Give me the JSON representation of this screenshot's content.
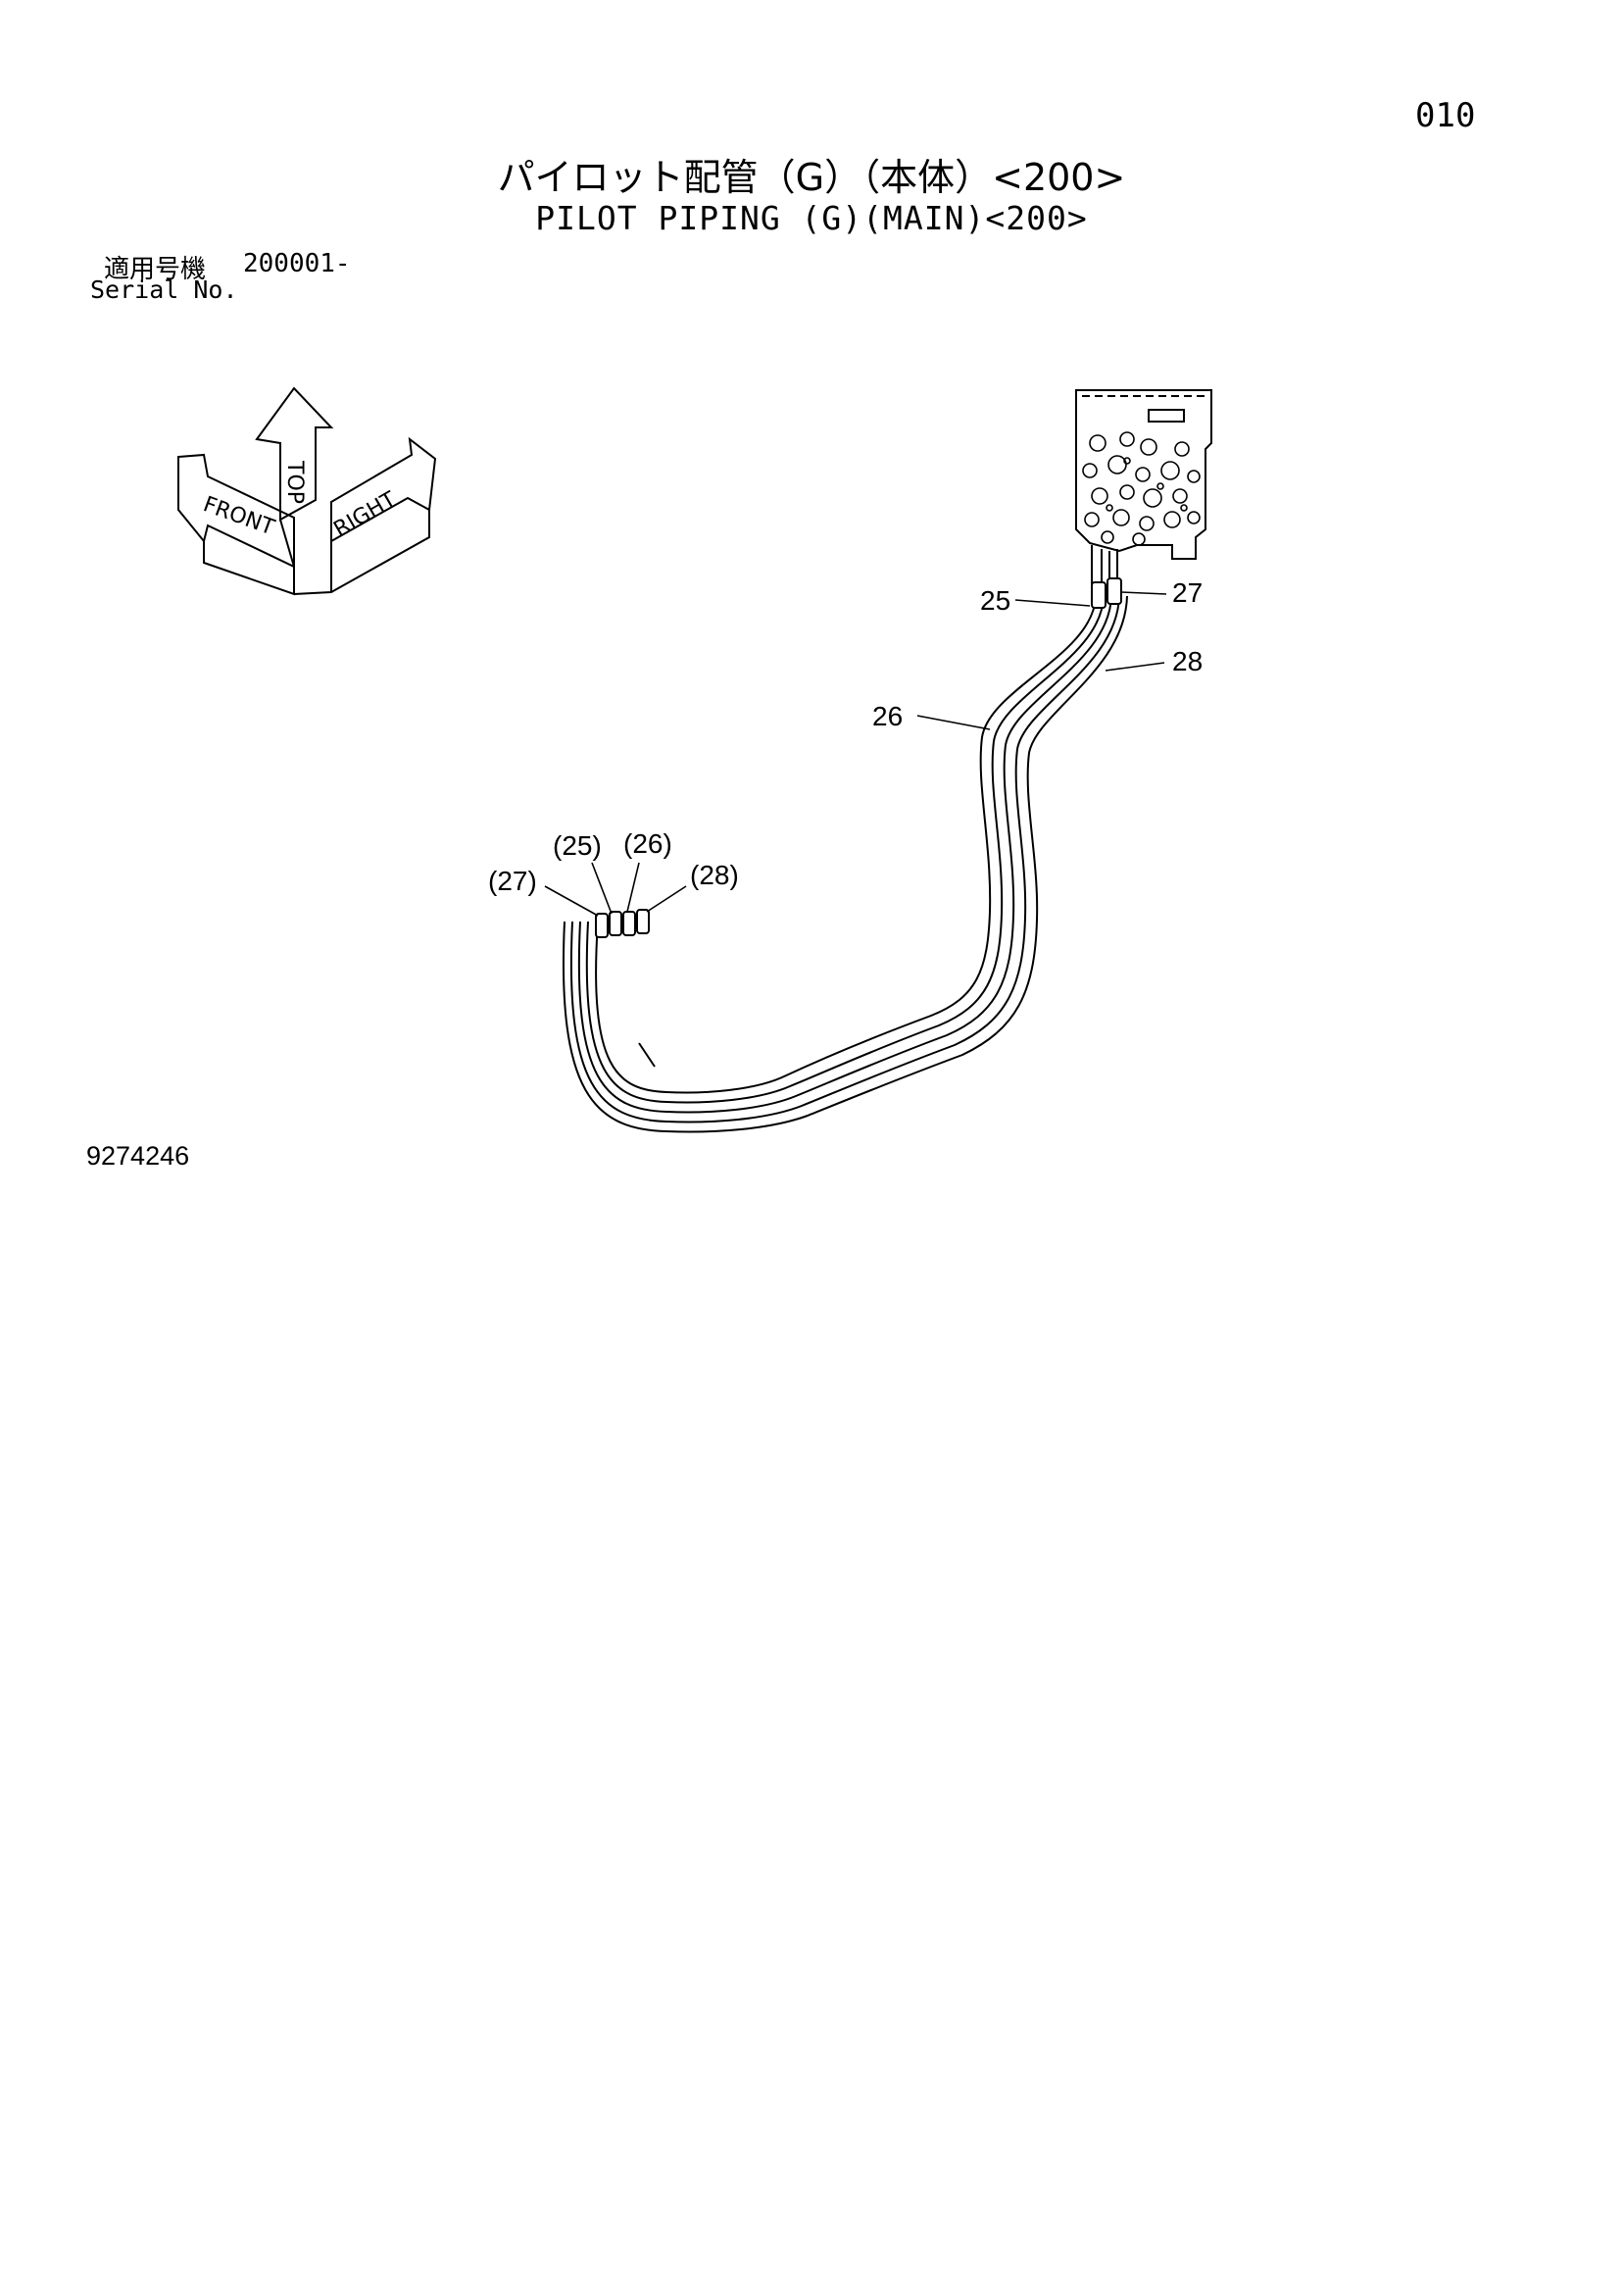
{
  "page_number": "010",
  "title_ja": "パイロット配管（G）（本体）<200>",
  "title_en": "PILOT PIPING (G)(MAIN)<200>",
  "serial": {
    "label_ja": "適用号機",
    "label_en": "Serial No.",
    "value": "200001-"
  },
  "orientation": {
    "front": "FRONT",
    "top": "TOP",
    "right": "RIGHT"
  },
  "callouts": {
    "c25": "25",
    "c26": "26",
    "c27": "27",
    "c28": "28",
    "p25": "(25)",
    "p26": "(26)",
    "p27": "(27)",
    "p28": "(28)"
  },
  "drawing_number": "9274246"
}
